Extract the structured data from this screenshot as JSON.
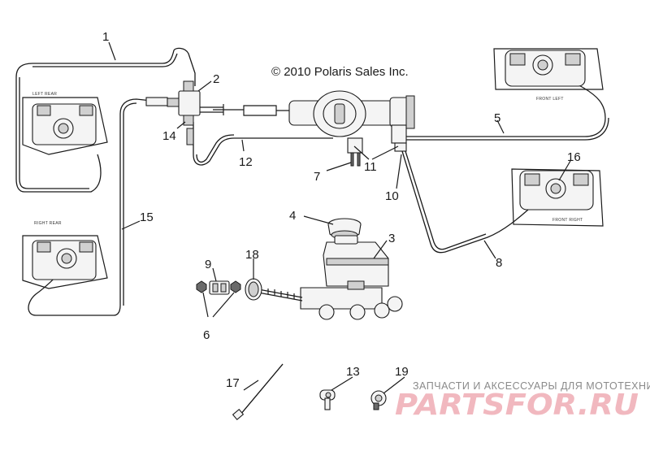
{
  "copyright": "© 2010 Polaris Sales Inc.",
  "caliper_labels": {
    "left_rear": "LEFT REAR",
    "right_rear": "RIGHT REAR",
    "front_left": "FRONT LEFT",
    "front_right": "FRONT RIGHT"
  },
  "callouts": {
    "c1": "1",
    "c2": "2",
    "c3": "3",
    "c4": "4",
    "c5": "5",
    "c6": "6",
    "c7": "7",
    "c8": "8",
    "c9": "9",
    "c10": "10",
    "c11": "11",
    "c12": "12",
    "c13": "13",
    "c14": "14",
    "c15": "15",
    "c16": "16",
    "c17": "17",
    "c18": "18",
    "c19": "19"
  },
  "watermark": {
    "tagline": "ЗАПЧАСТИ И АКСЕССУАРЫ ДЛЯ МОТОТЕХНИКИ",
    "logo": "PARTSFOR.RU",
    "color": "#f1b8bf"
  }
}
